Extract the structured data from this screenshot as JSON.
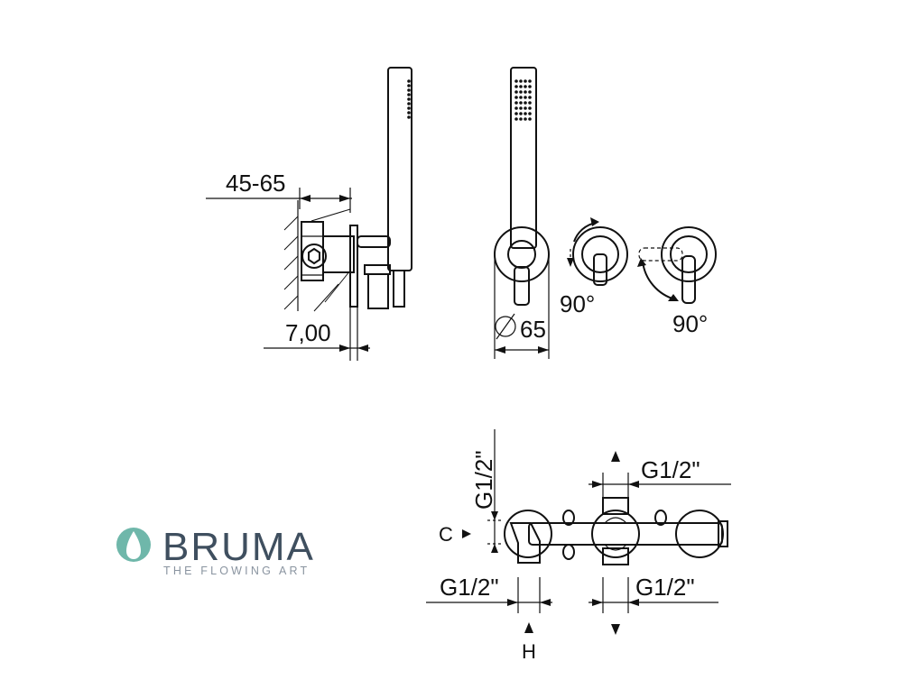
{
  "brand": {
    "name": "BRUMA",
    "tagline": "THE FLOWING ART",
    "drop_color": "#6fb7aa",
    "text_color": "#3f4f5f",
    "tagline_color": "#8a94a0"
  },
  "side_view": {
    "wall_depth_label": "45-65",
    "plate_thickness_label": "7,00"
  },
  "front_view": {
    "diameter_label": "65"
  },
  "rotation_views": {
    "left_rotation_label": "90°",
    "right_rotation_label": "90°"
  },
  "body_view": {
    "vertical_thread_label": "G1/2\"",
    "top_right_thread_label": "G1/2\"",
    "bottom_left_thread_label": "G1/2\"",
    "bottom_right_thread_label": "G1/2\"",
    "cold_label": "C",
    "hot_label": "H"
  }
}
